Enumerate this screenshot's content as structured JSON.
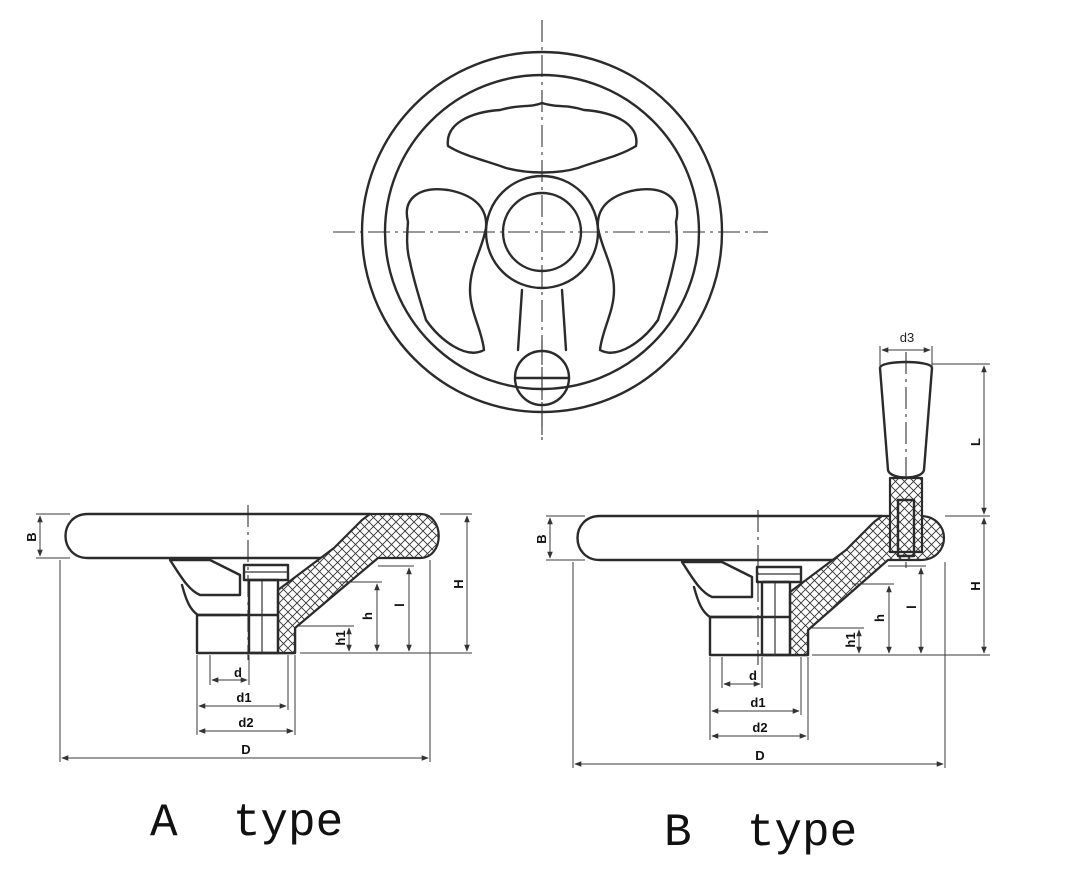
{
  "labels": {
    "B": "B",
    "H": "H",
    "h": "h",
    "l": "l",
    "h1": "h1",
    "d": "d",
    "d1": "d1",
    "d2": "d2",
    "D": "D",
    "d3": "d3",
    "L": "L"
  },
  "captions": {
    "a_type": "A  type",
    "b_type": "B  type"
  },
  "colors": {
    "line": "#2b2b2b",
    "background": "#ffffff"
  }
}
